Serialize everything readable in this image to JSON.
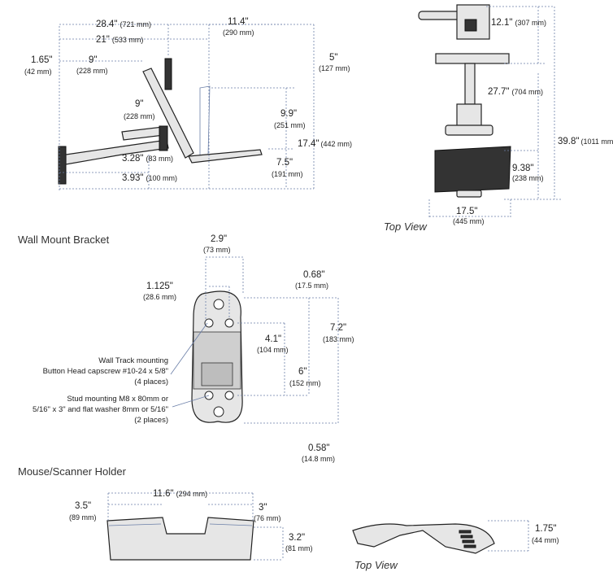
{
  "sections": {
    "wall_mount": "Wall Mount Bracket",
    "mouse_holder": "Mouse/Scanner Holder",
    "top_view_1": "Top View",
    "top_view_2": "Top View"
  },
  "side_view": {
    "d1": {
      "main": "28.4\"",
      "sub": "(721 mm)"
    },
    "d2": {
      "main": "21\"",
      "sub": "(533 mm)"
    },
    "d3": {
      "main": "11.4\"",
      "sub": "(290 mm)"
    },
    "d4": {
      "main": "1.65\"",
      "sub": "(42 mm)"
    },
    "d5": {
      "main": "9\"",
      "sub": "(228 mm)"
    },
    "d6": {
      "main": "5\"",
      "sub": "(127 mm)"
    },
    "d7": {
      "main": "9\"",
      "sub": "(228 mm)"
    },
    "d8": {
      "main": "9.9\"",
      "sub": "(251 mm)"
    },
    "d9": {
      "main": "17.4\"",
      "sub": "(442 mm)"
    },
    "d10": {
      "main": "3.28\"",
      "sub": "(83 mm)"
    },
    "d11": {
      "main": "7.5\"",
      "sub": "(191 mm)"
    },
    "d12": {
      "main": "3.93\"",
      "sub": "(100 mm)"
    }
  },
  "top_view": {
    "d1": {
      "main": "12.1\"",
      "sub": "(307 mm)"
    },
    "d2": {
      "main": "27.7\"",
      "sub": "(704 mm)"
    },
    "d3": {
      "main": "39.8\"",
      "sub": "(1011 mm)"
    },
    "d4": {
      "main": "9.38\"",
      "sub": "(238 mm)"
    },
    "d5": {
      "main": "17.5\"",
      "sub": "(445 mm)"
    }
  },
  "bracket": {
    "d1": {
      "main": "2.9\"",
      "sub": "(73 mm)"
    },
    "d2": {
      "main": "1.125\"",
      "sub": "(28.6 mm)"
    },
    "d3": {
      "main": "0.68\"",
      "sub": "(17.5 mm)"
    },
    "d4": {
      "main": "4.1\"",
      "sub": "(104 mm)"
    },
    "d5": {
      "main": "7.2\"",
      "sub": "(183 mm)"
    },
    "d6": {
      "main": "6\"",
      "sub": "(152 mm)"
    },
    "d7": {
      "main": "0.58\"",
      "sub": "(14.8 mm)"
    },
    "note1": [
      "Wall Track mounting",
      "Button Head capscrew #10-24 x 5/8\"",
      "(4 places)"
    ],
    "note2": [
      "Stud mounting M8 x 80mm or",
      "5/16\" x 3\" and flat washer 8mm or 5/16\"",
      "(2 places)"
    ]
  },
  "holder": {
    "d1": {
      "main": "11.6\"",
      "sub": "(294 mm)"
    },
    "d2": {
      "main": "3.5\"",
      "sub": "(89 mm)"
    },
    "d3": {
      "main": "3\"",
      "sub": "(76 mm)"
    },
    "d4": {
      "main": "3.2\"",
      "sub": "(81 mm)"
    },
    "d5": {
      "main": "1.75\"",
      "sub": "(44 mm)"
    }
  }
}
